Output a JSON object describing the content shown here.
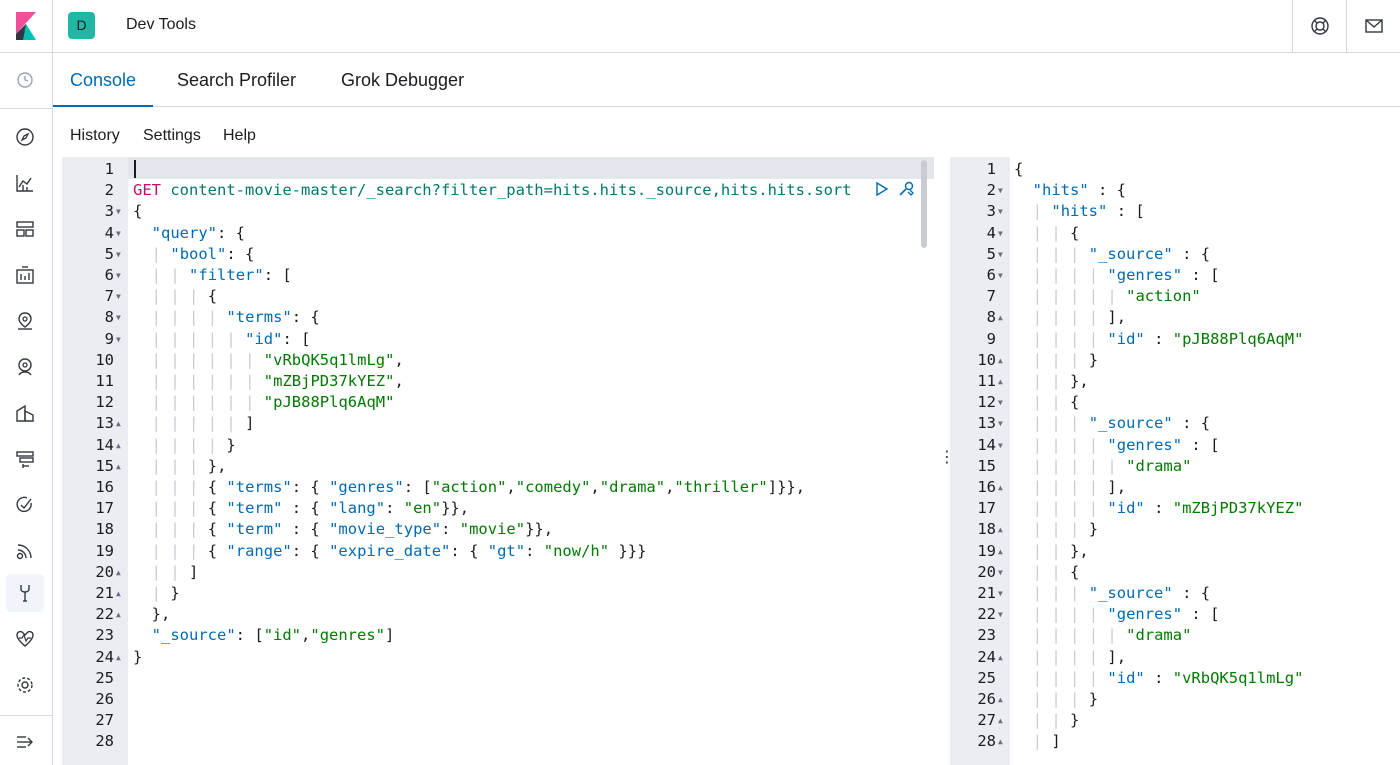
{
  "header": {
    "space_initial": "D",
    "app_title": "Dev Tools",
    "help_icon": "help-icon",
    "mail_icon": "mail-icon"
  },
  "sidenav": {
    "items": [
      "recently-viewed-icon",
      "discover-icon",
      "visualize-icon",
      "dashboard-icon",
      "canvas-icon",
      "maps-icon",
      "machine-learning-icon",
      "infrastructure-icon",
      "logs-icon",
      "apm-icon",
      "uptime-icon",
      "dev-tools-icon",
      "stack-monitoring-icon",
      "management-icon",
      "collapse-icon"
    ],
    "active": "dev-tools-icon"
  },
  "tabs": [
    {
      "label": "Console",
      "active": true
    },
    {
      "label": "Search Profiler",
      "active": false
    },
    {
      "label": "Grok Debugger",
      "active": false
    }
  ],
  "menu": {
    "history": "History",
    "settings": "Settings",
    "help": "Help"
  },
  "request": {
    "lines": [
      {
        "n": "1",
        "text": ""
      },
      {
        "n": "2",
        "text": "GET content-movie-master/_search?filter_path=hits.hits._source,hits.hits.sort"
      },
      {
        "n": "3",
        "text": "{"
      },
      {
        "n": "4",
        "text": "  \"query\": {"
      },
      {
        "n": "5",
        "text": "    \"bool\": {"
      },
      {
        "n": "6",
        "text": "      \"filter\": ["
      },
      {
        "n": "7",
        "text": "        {"
      },
      {
        "n": "8",
        "text": "          \"terms\": {"
      },
      {
        "n": "9",
        "text": "            \"id\": ["
      },
      {
        "n": "10",
        "text": "              \"vRbQK5q1lmLg\","
      },
      {
        "n": "11",
        "text": "              \"mZBjPD37kYEZ\","
      },
      {
        "n": "12",
        "text": "              \"pJB88Plq6AqM\""
      },
      {
        "n": "13",
        "text": "            ]"
      },
      {
        "n": "14",
        "text": "          }"
      },
      {
        "n": "15",
        "text": "        },"
      },
      {
        "n": "16",
        "text": "        { \"terms\": { \"genres\": [\"action\",\"comedy\",\"drama\",\"thriller\"]}},"
      },
      {
        "n": "17",
        "text": "        { \"term\" : { \"lang\": \"en\"}},"
      },
      {
        "n": "18",
        "text": "        { \"term\" : { \"movie_type\": \"movie\"}},"
      },
      {
        "n": "19",
        "text": "        { \"range\": { \"expire_date\": { \"gt\": \"now/h\" }}}"
      },
      {
        "n": "20",
        "text": "      ]"
      },
      {
        "n": "21",
        "text": "    }"
      },
      {
        "n": "22",
        "text": "  },"
      },
      {
        "n": "23",
        "text": "  \"_source\": [\"id\",\"genres\"]"
      },
      {
        "n": "24",
        "text": "}"
      },
      {
        "n": "25",
        "text": ""
      },
      {
        "n": "26",
        "text": ""
      },
      {
        "n": "27",
        "text": ""
      },
      {
        "n": "28",
        "text": ""
      }
    ],
    "folds": {
      "3": "down",
      "4": "down",
      "5": "down",
      "6": "down",
      "7": "down",
      "8": "down",
      "9": "down",
      "13": "up",
      "14": "up",
      "15": "up",
      "20": "up",
      "21": "up",
      "22": "up",
      "24": "up"
    }
  },
  "response": {
    "lines": [
      {
        "n": "1",
        "text": "{"
      },
      {
        "n": "2",
        "text": "  \"hits\" : {"
      },
      {
        "n": "3",
        "text": "    \"hits\" : ["
      },
      {
        "n": "4",
        "text": "      {"
      },
      {
        "n": "5",
        "text": "        \"_source\" : {"
      },
      {
        "n": "6",
        "text": "          \"genres\" : ["
      },
      {
        "n": "7",
        "text": "            \"action\""
      },
      {
        "n": "8",
        "text": "          ],"
      },
      {
        "n": "9",
        "text": "          \"id\" : \"pJB88Plq6AqM\""
      },
      {
        "n": "10",
        "text": "        }"
      },
      {
        "n": "11",
        "text": "      },"
      },
      {
        "n": "12",
        "text": "      {"
      },
      {
        "n": "13",
        "text": "        \"_source\" : {"
      },
      {
        "n": "14",
        "text": "          \"genres\" : ["
      },
      {
        "n": "15",
        "text": "            \"drama\""
      },
      {
        "n": "16",
        "text": "          ],"
      },
      {
        "n": "17",
        "text": "          \"id\" : \"mZBjPD37kYEZ\""
      },
      {
        "n": "18",
        "text": "        }"
      },
      {
        "n": "19",
        "text": "      },"
      },
      {
        "n": "20",
        "text": "      {"
      },
      {
        "n": "21",
        "text": "        \"_source\" : {"
      },
      {
        "n": "22",
        "text": "          \"genres\" : ["
      },
      {
        "n": "23",
        "text": "            \"drama\""
      },
      {
        "n": "24",
        "text": "          ],"
      },
      {
        "n": "25",
        "text": "          \"id\" : \"vRbQK5q1lmLg\""
      },
      {
        "n": "26",
        "text": "        }"
      },
      {
        "n": "27",
        "text": "      }"
      },
      {
        "n": "28",
        "text": "    ]"
      }
    ],
    "folds": {
      "2": "down",
      "3": "down",
      "4": "down",
      "5": "down",
      "6": "down",
      "8": "up",
      "10": "up",
      "11": "up",
      "12": "down",
      "13": "down",
      "14": "down",
      "16": "up",
      "18": "up",
      "19": "up",
      "20": "down",
      "21": "down",
      "22": "down",
      "24": "up",
      "26": "up",
      "27": "up",
      "28": "up"
    }
  },
  "colors": {
    "accent": "#006bb4",
    "method": "#c80a68",
    "string": "#007a00",
    "gutter": "#ebedf2"
  }
}
